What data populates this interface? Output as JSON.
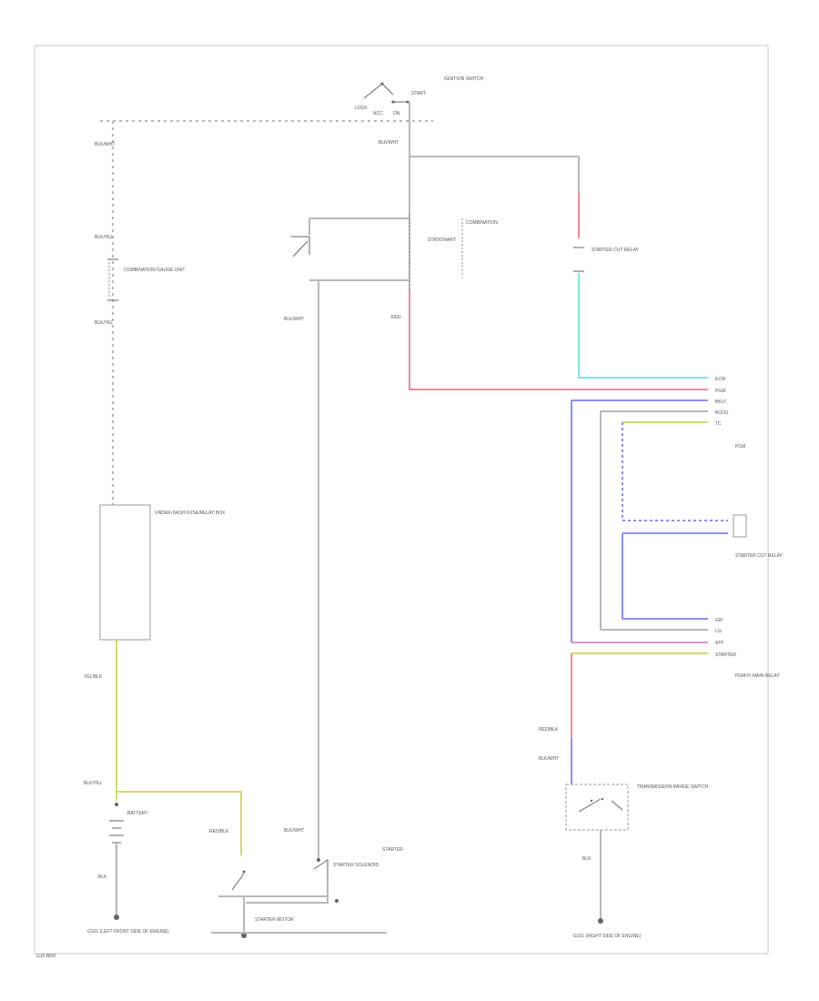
{
  "diagram": {
    "ignition_switch": {
      "label": "IGNITION SWITCH",
      "positions": [
        "LOCK",
        "ACC",
        "ON",
        "START"
      ]
    },
    "fuse_top": {
      "label": "COMBINATION GAUGE UNIT"
    },
    "mirror_relay": {
      "label": "STATIONARY"
    },
    "cyan_relay": {
      "label": ""
    },
    "fuse_box": {
      "label": "UNDER-DASH FUSE/RELAY BOX"
    },
    "battery": {
      "label": "BATTERY"
    },
    "starter": {
      "label": "STARTER SOLENOID"
    },
    "starter_motor": {
      "label": "STARTER MOTOR"
    },
    "ground_left": {
      "label": "G101 (LEFT FRONT SIDE OF ENGINE)"
    },
    "ground_right": {
      "label": "G101 (RIGHT SIDE OF ENGINE)"
    },
    "tcm": {
      "label": "TRANSMISSION RANGE SWITCH"
    },
    "pgm": {
      "label": "PCM"
    },
    "right_connectors": [
      "ECM",
      "PGM",
      "BKLT",
      "BOOS",
      "TC"
    ],
    "right_connectors_bottom": [
      "IGP",
      "LG",
      "ATP",
      "STARTER"
    ],
    "right_labels": {
      "upper": "PCM",
      "mid": "STARTER CUT RELAY",
      "lower": "PGM-FI MAIN RELAY"
    },
    "footer": "G10 BRD"
  },
  "wire_labels": {
    "w1": "BLK/WHT",
    "w2": "BLK/WHT",
    "w3": "BLK/YEL",
    "w4": "BLK/YEL",
    "w5": "BLK/WHT",
    "w6": "RED",
    "w7": "YEL/BLK",
    "w8": "BLK/WHT",
    "w9": "BLK/YEL",
    "w10": "RED/BLK",
    "w11": "BLK",
    "w12": "BLK"
  }
}
